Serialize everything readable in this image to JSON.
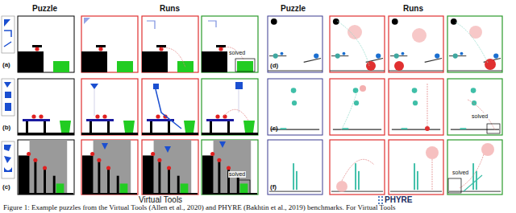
{
  "diagram": {
    "caption": "Figure 1: Example puzzles from the Virtual Tools (Allen et al., 2020) and PHYRE (Bakhtin et al., 2019) benchmarks. For Virtual Tools",
    "labels": [
      "Puzzle",
      "Runs",
      "Puzzle",
      "Runs",
      "(a)",
      "(b)",
      "(c)",
      "(d)",
      "(e)",
      "(f)",
      "solved",
      "solved",
      "solved",
      "solved",
      "Virtual Tools",
      "PHYRE"
    ]
  }
}
